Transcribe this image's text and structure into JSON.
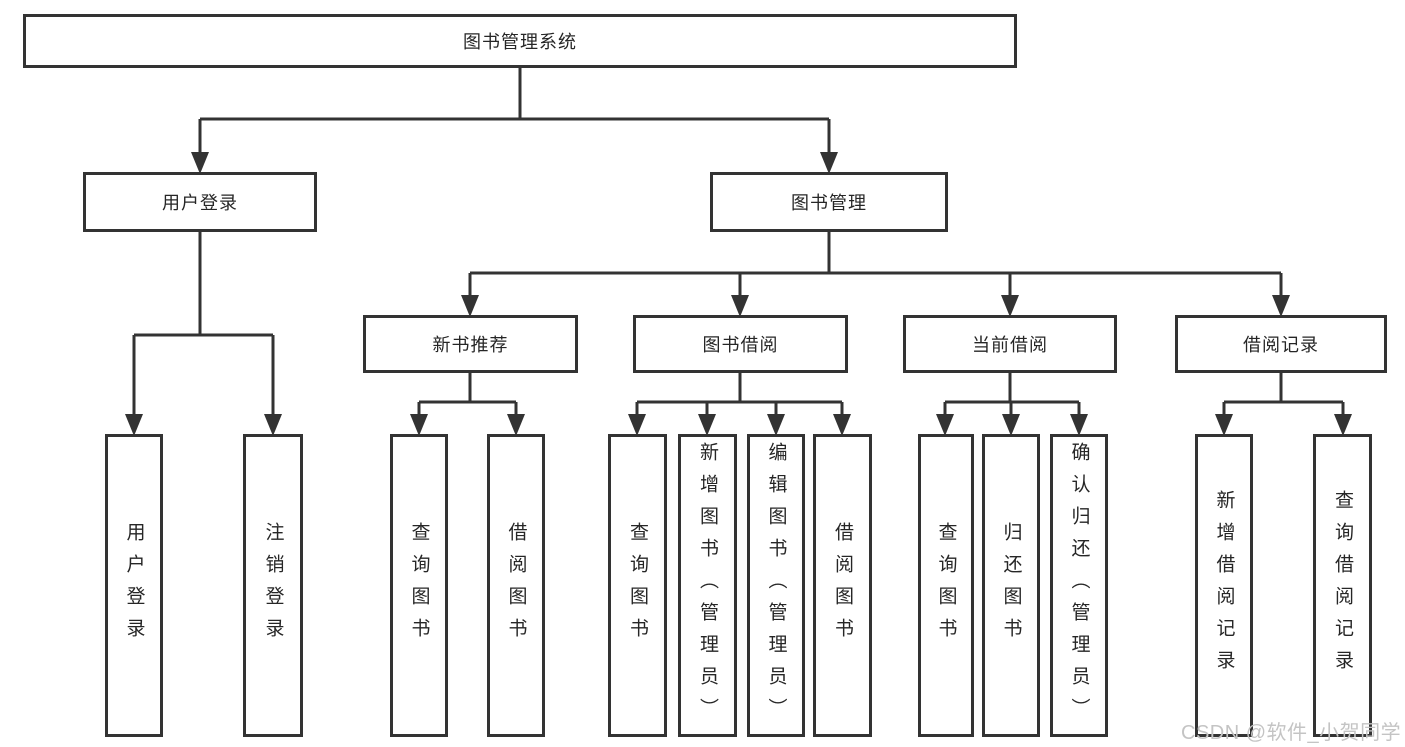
{
  "diagram_title": "图书管理系统",
  "tree": {
    "label": "图书管理系统",
    "children": [
      {
        "label": "用户登录",
        "children": [
          {
            "label": "用户登录"
          },
          {
            "label": "注销登录"
          }
        ]
      },
      {
        "label": "图书管理",
        "children": [
          {
            "label": "新书推荐",
            "children": [
              {
                "label": "查询图书"
              },
              {
                "label": "借阅图书"
              }
            ]
          },
          {
            "label": "图书借阅",
            "children": [
              {
                "label": "查询图书"
              },
              {
                "label": "新增图书（管理员）"
              },
              {
                "label": "编辑图书（管理员）"
              },
              {
                "label": "借阅图书"
              }
            ]
          },
          {
            "label": "当前借阅",
            "children": [
              {
                "label": "查询图书"
              },
              {
                "label": "归还图书"
              },
              {
                "label": "确认归还（管理员）"
              }
            ]
          },
          {
            "label": "借阅记录",
            "children": [
              {
                "label": "新增借阅记录"
              },
              {
                "label": "查询借阅记录"
              }
            ]
          }
        ]
      }
    ]
  },
  "watermark": {
    "text": "CSDN @软件_小贺同学"
  },
  "colors": {
    "line": "#333333",
    "box_border": "#333333",
    "box_fill": "#ffffff",
    "text": "#262626",
    "watermark": "#c4c4c4",
    "background": "#ffffff"
  }
}
